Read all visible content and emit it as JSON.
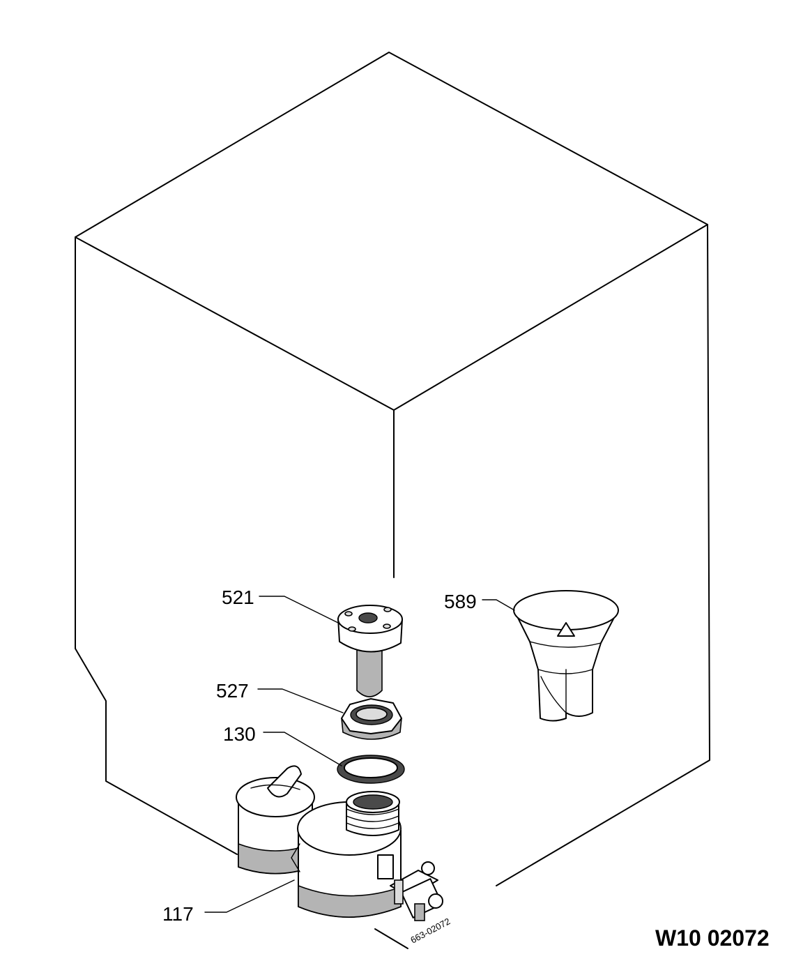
{
  "labels": {
    "p521": "521",
    "p527": "527",
    "p130": "130",
    "p589": "589",
    "p117": "117"
  },
  "drawing_code": "W10 02072",
  "small_code": "663-02072"
}
